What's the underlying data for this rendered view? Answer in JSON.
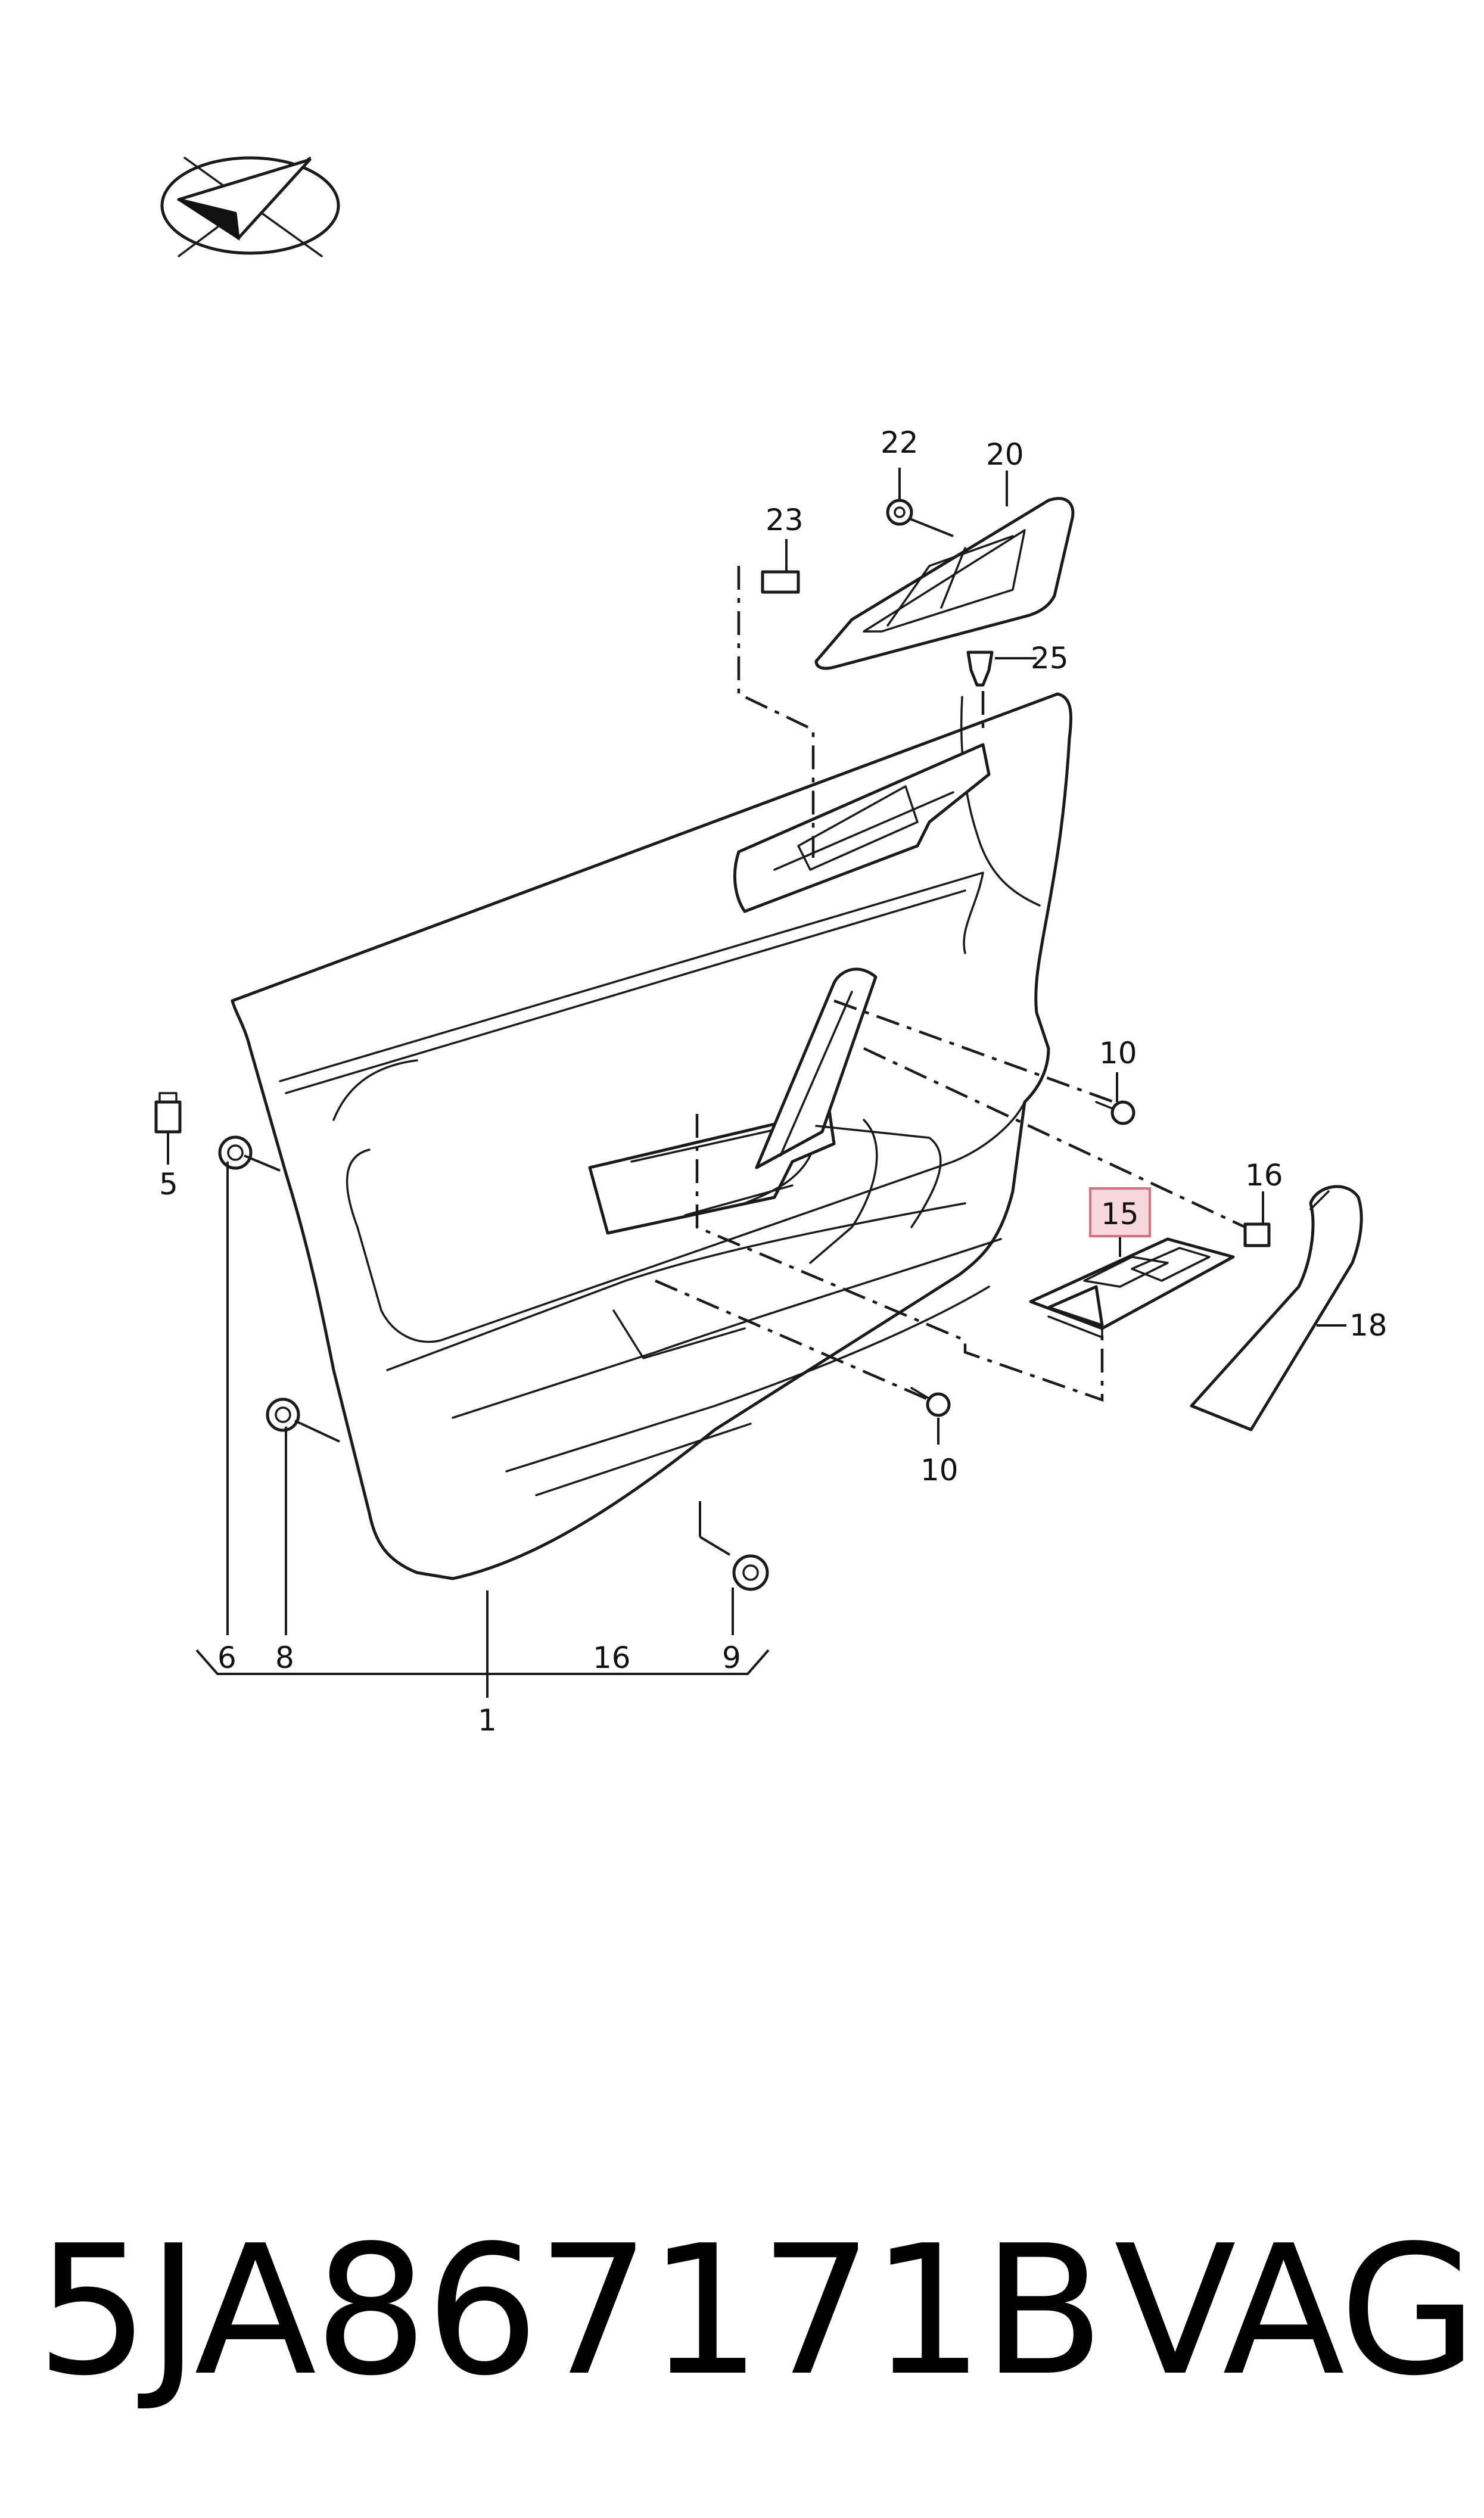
{
  "callouts": {
    "c22": "22",
    "c20": "20",
    "c23": "23",
    "c25": "25",
    "c10a": "10",
    "c16a": "16",
    "c15": "15",
    "c18": "18",
    "c5": "5",
    "c10b": "10",
    "c6": "6",
    "c8": "8",
    "c16b": "16",
    "c9": "9",
    "c1": "1"
  },
  "highlight_color": "#f7d9dd",
  "footer": {
    "part_number": "5JA867171B",
    "brand": "VAG"
  }
}
